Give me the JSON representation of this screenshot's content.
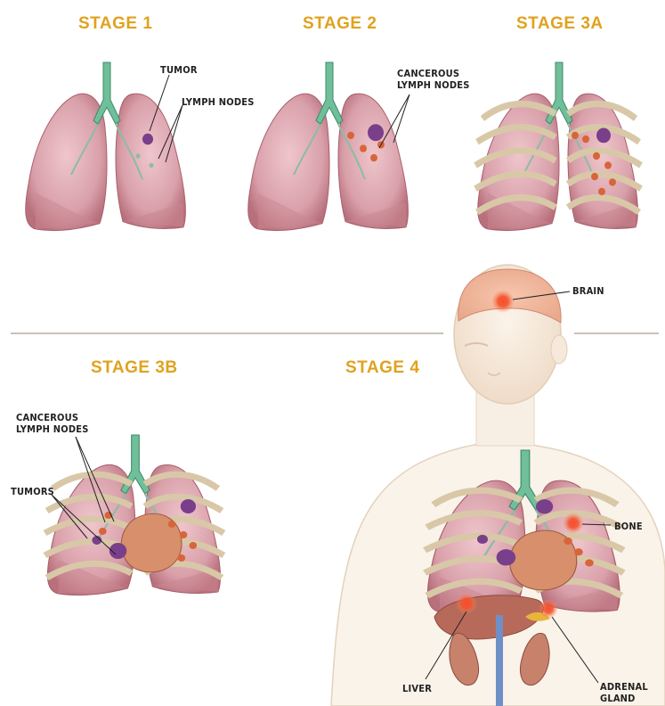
{
  "stages": {
    "stage1": "STAGE 1",
    "stage2": "STAGE 2",
    "stage3a": "STAGE 3A",
    "stage3b": "STAGE 3B",
    "stage4": "STAGE 4"
  },
  "labels": {
    "tumor": "TUMOR",
    "lymph_nodes": "LYMPH NODES",
    "cancerous_lymph_nodes_2": "CANCEROUS\nLYMPH NODES",
    "cancerous_lymph_nodes_3b": "CANCEROUS\nLYMPH NODES",
    "tumors": "TUMORS",
    "brain": "BRAIN",
    "bone": "BONE",
    "liver": "LIVER",
    "adrenal_gland": "ADRENAL\nGLAND"
  },
  "colors": {
    "title": "#e0a21e",
    "lung": "#d89aa4",
    "tumor": "#7a3f8a",
    "node": "#d8653a",
    "metastasis": "#e23b2b",
    "trachea": "#4fae86"
  }
}
